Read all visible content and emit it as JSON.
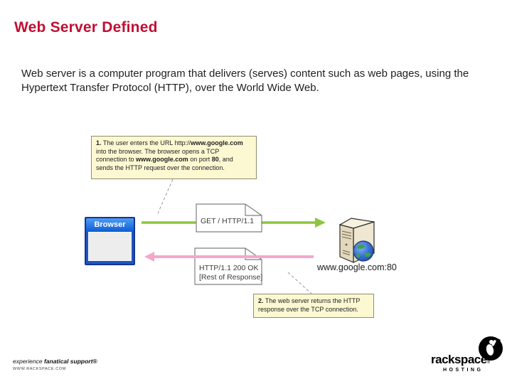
{
  "slide": {
    "title": "Web Server Defined",
    "body": "Web server is a computer program that delivers (serves) content such as web pages, using the Hypertext Transfer Protocol (HTTP), over the World Wide Web."
  },
  "diagram": {
    "callout1": {
      "num": "1.",
      "t1": " The user enters the URL http://",
      "b1": "www.google.com",
      "t2": " into the browser. The browser opens a TCP connection to ",
      "b2": "www.google.com",
      "t3": " on port ",
      "b3": "80",
      "t4": ", and sends the HTTP request over the connection."
    },
    "callout2": {
      "num": "2.",
      "text": " The web server returns the HTTP response over the TCP connection."
    },
    "browser_label": "Browser",
    "request_label": "GET / HTTP/1.1",
    "response_label_line1": "HTTP/1.1 200 OK",
    "response_label_line2": "[Rest of Response]",
    "server_label": "www.google.com:80"
  },
  "footer": {
    "tagline_regular": "experience ",
    "tagline_bold": "fanatical support®",
    "website": "WWW.RACKSPACE.COM",
    "brand_name": "rackspace",
    "brand_reg": "®",
    "brand_sub": "HOSTING"
  },
  "colors": {
    "title_text": "#C00F35",
    "request_arrow": "#8CC63E",
    "response_arrow": "#F4A7CD",
    "callout_bg": "#FCF8D2",
    "callout_border": "#8F8F6E",
    "browser_titlebar_top": "#4D9BF5",
    "browser_titlebar_bottom": "#115FD6",
    "server_body": "#EFE7D2"
  }
}
